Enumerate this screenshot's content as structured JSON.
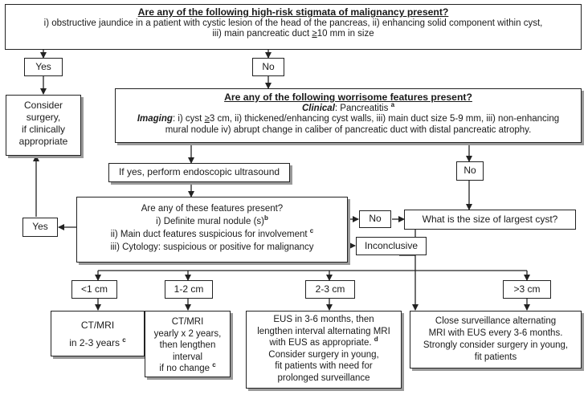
{
  "top": {
    "title": "Are any of the following high-risk stigmata of malignancy present?",
    "line1": "i) obstructive jaundice in a patient with cystic lesion of the head of the pancreas, ii) enhancing solid component within cyst,",
    "line2_pre": "iii) main pancreatic duct ",
    "line2_ge": "≥",
    "line2_post": "10 mm in size"
  },
  "yes_top": "Yes",
  "no_top": "No",
  "surgery": {
    "l1": "Consider",
    "l2": "surgery,",
    "l3": "if clinically",
    "l4": "appropriate"
  },
  "worrisome": {
    "title": "Are any of the following worrisome features present?",
    "clinical_label": "Clinical",
    "clinical_text": ": Pancreatitis ",
    "clinical_sup": "a",
    "imaging_label": "Imaging",
    "imaging_text1": ": i) cyst ",
    "imaging_ge": "≥",
    "imaging_text2": "3 cm, ii) thickened/enhancing cyst walls, iii) main duct size 5-9 mm, iii) non-enhancing",
    "imaging_line2": "mural nodule iv) abrupt change in caliber of pancreatic duct with distal pancreatic atrophy."
  },
  "eus_box": "If yes, perform endoscopic ultrasound",
  "no_right": "No",
  "features": {
    "title": "Are any of these features present?",
    "f1": "i) Definite mural nodule (s)",
    "f1_sup": "b",
    "f2": "ii) Main duct features suspicious for involvement ",
    "f2_sup": "c",
    "f3": "iii) Cytology: suspicious or positive for malignancy"
  },
  "yes_mid": "Yes",
  "no_mid": "No",
  "inconclusive": "Inconclusive",
  "size_q": "What is the size of largest cyst?",
  "sizes": {
    "s1": "<1 cm",
    "s2": "1-2 cm",
    "s3": "2-3 cm",
    "s4": ">3 cm"
  },
  "out1": {
    "l1": "CT/MRI",
    "l2": "in 2-3 years ",
    "sup": "c"
  },
  "out2": {
    "l1": "CT/MRI",
    "l2": "yearly x 2 years,",
    "l3": "then lengthen",
    "l4": "interval",
    "l5": "if no change ",
    "sup": "c"
  },
  "out3": {
    "l1": "EUS in 3-6 months, then",
    "l2": "lengthen interval alternating MRI",
    "l3": "with EUS as appropriate. ",
    "sup": "d",
    "l4": "Consider surgery in young,",
    "l5": "fit patients with need for",
    "l6": "prolonged surveillance"
  },
  "out4": {
    "l1": "Close surveillance alternating",
    "l2": "MRI with EUS every 3-6 months.",
    "l3": "Strongly consider surgery in young,",
    "l4": "fit patients"
  }
}
